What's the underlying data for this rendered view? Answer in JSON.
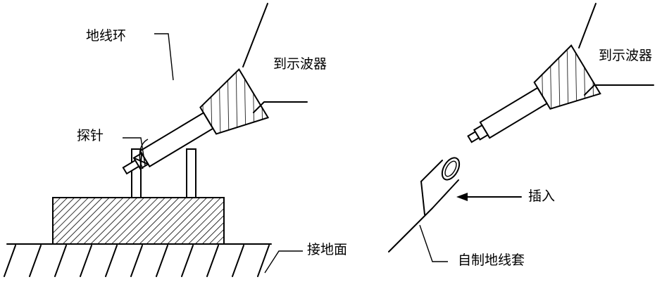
{
  "labels": {
    "ground_loop": "地线环",
    "to_oscilloscope_left": "到示波器",
    "probe_tip": "探针",
    "ground_plane": "接地面",
    "to_oscilloscope_right": "到示波器",
    "insert": "插入",
    "homemade_ground_sleeve": "自制地线套"
  },
  "colors": {
    "line": "#000000",
    "background": "#ffffff"
  }
}
